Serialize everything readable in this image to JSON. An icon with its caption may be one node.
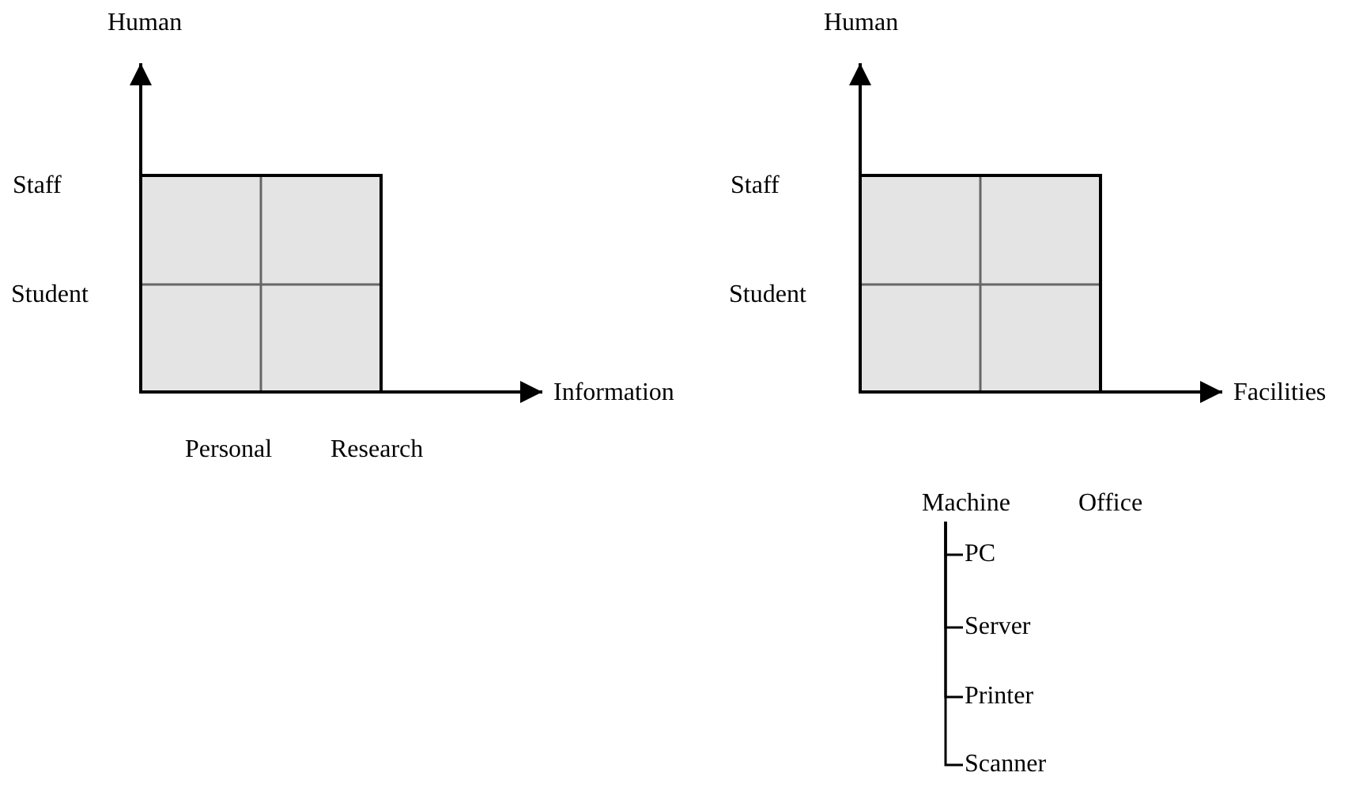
{
  "diagram": {
    "nodes": [
      {
        "text": [
          "Machine"
        ]
      },
      {
        "text": [
          "PC"
        ]
      },
      {
        "text": [
          "Server"
        ]
      },
      {
        "text": [
          "Printer"
        ]
      },
      {
        "text": [
          "Scanner"
        ]
      }
    ],
    "edges": [
      {
        "from": 0,
        "to": 1,
        "arrow": "none"
      },
      {
        "from": 0,
        "to": 2,
        "arrow": "none"
      },
      {
        "from": 0,
        "to": 3,
        "arrow": "none"
      },
      {
        "from": 0,
        "to": 4,
        "arrow": "none"
      }
    ],
    "labels": [
      "Human",
      "Human",
      "Staff",
      "Staff",
      "Student",
      "Student",
      "Information",
      "Facilities",
      "Personal",
      "Research",
      "Office"
    ]
  }
}
